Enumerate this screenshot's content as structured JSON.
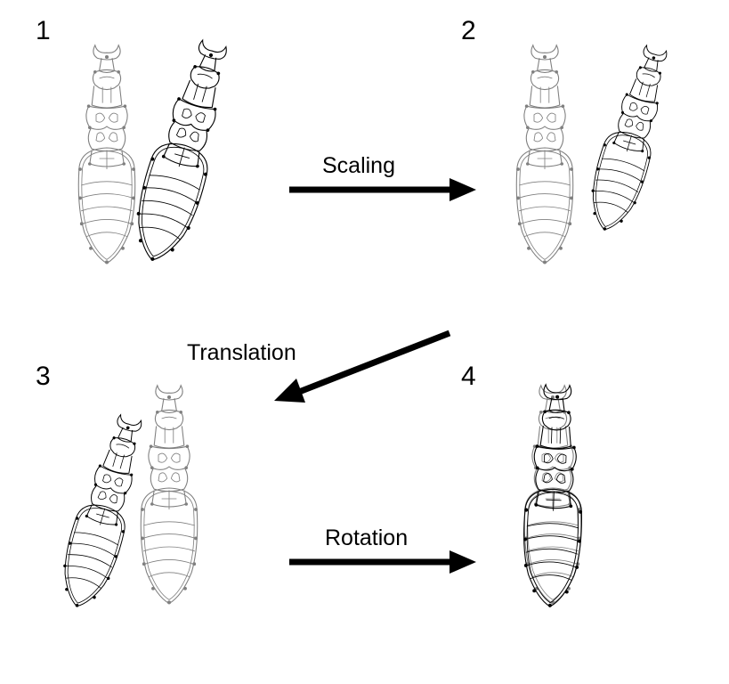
{
  "panels": [
    {
      "number": "1"
    },
    {
      "number": "2"
    },
    {
      "number": "3"
    },
    {
      "number": "4"
    }
  ],
  "steps": [
    {
      "label": "Scaling"
    },
    {
      "label": "Translation"
    },
    {
      "label": "Rotation"
    }
  ],
  "colors": {
    "reference": "#808080",
    "target": "#000000",
    "arrow": "#000000"
  }
}
